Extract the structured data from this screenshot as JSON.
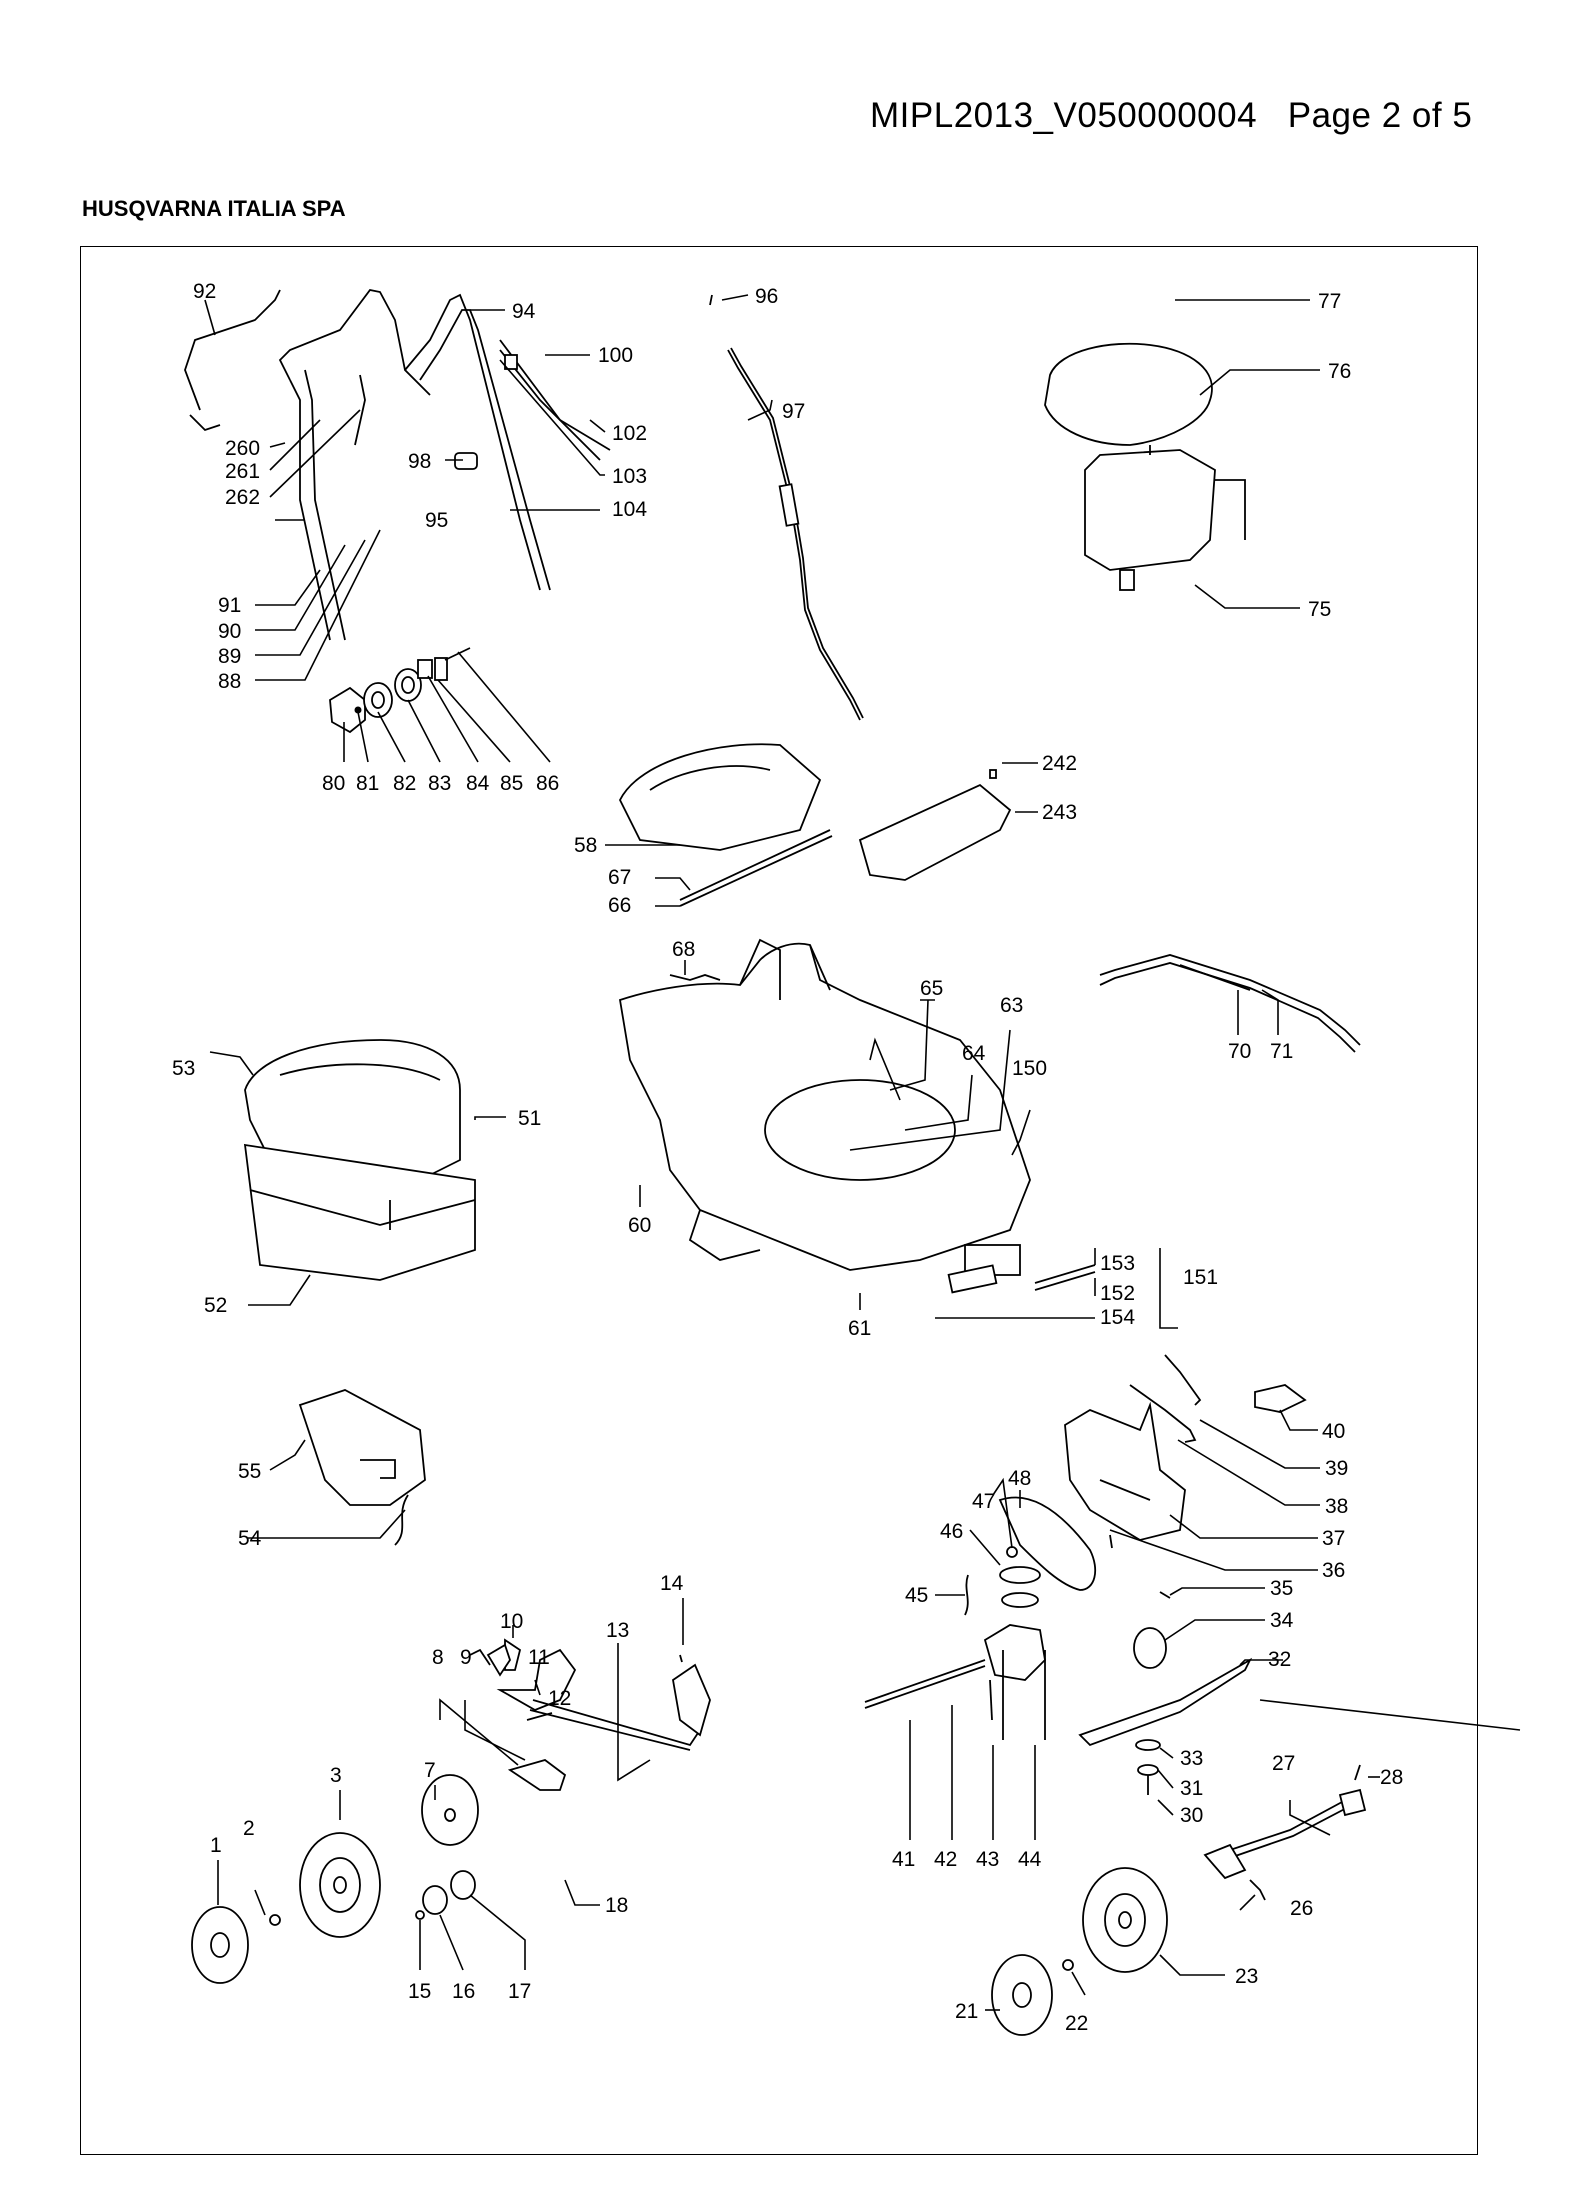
{
  "header": {
    "doc_ref": "MIPL2013_V050000004",
    "page": "Page 2 of 5",
    "company": "HUSQVARNA ITALIA SPA"
  },
  "callouts": [
    "92",
    "94",
    "96",
    "77",
    "100",
    "97",
    "76",
    "102",
    "260",
    "103",
    "261",
    "262",
    "98",
    "104",
    "95",
    "91",
    "90",
    "89",
    "88",
    "75",
    "80",
    "81",
    "82",
    "83",
    "84",
    "85",
    "86",
    "242",
    "243",
    "58",
    "67",
    "66",
    "68",
    "65",
    "63",
    "64",
    "150",
    "70",
    "71",
    "53",
    "51",
    "60",
    "153",
    "152",
    "151",
    "154",
    "61",
    "52",
    "40",
    "39",
    "55",
    "38",
    "48",
    "47",
    "37",
    "54",
    "46",
    "36",
    "45",
    "35",
    "34",
    "14",
    "10",
    "13",
    "8",
    "9",
    "11",
    "32",
    "12",
    "33",
    "31",
    "30",
    "41",
    "42",
    "43",
    "44",
    "27",
    "28",
    "3",
    "7",
    "1",
    "2",
    "26",
    "18",
    "23",
    "15",
    "16",
    "17",
    "21",
    "22"
  ]
}
